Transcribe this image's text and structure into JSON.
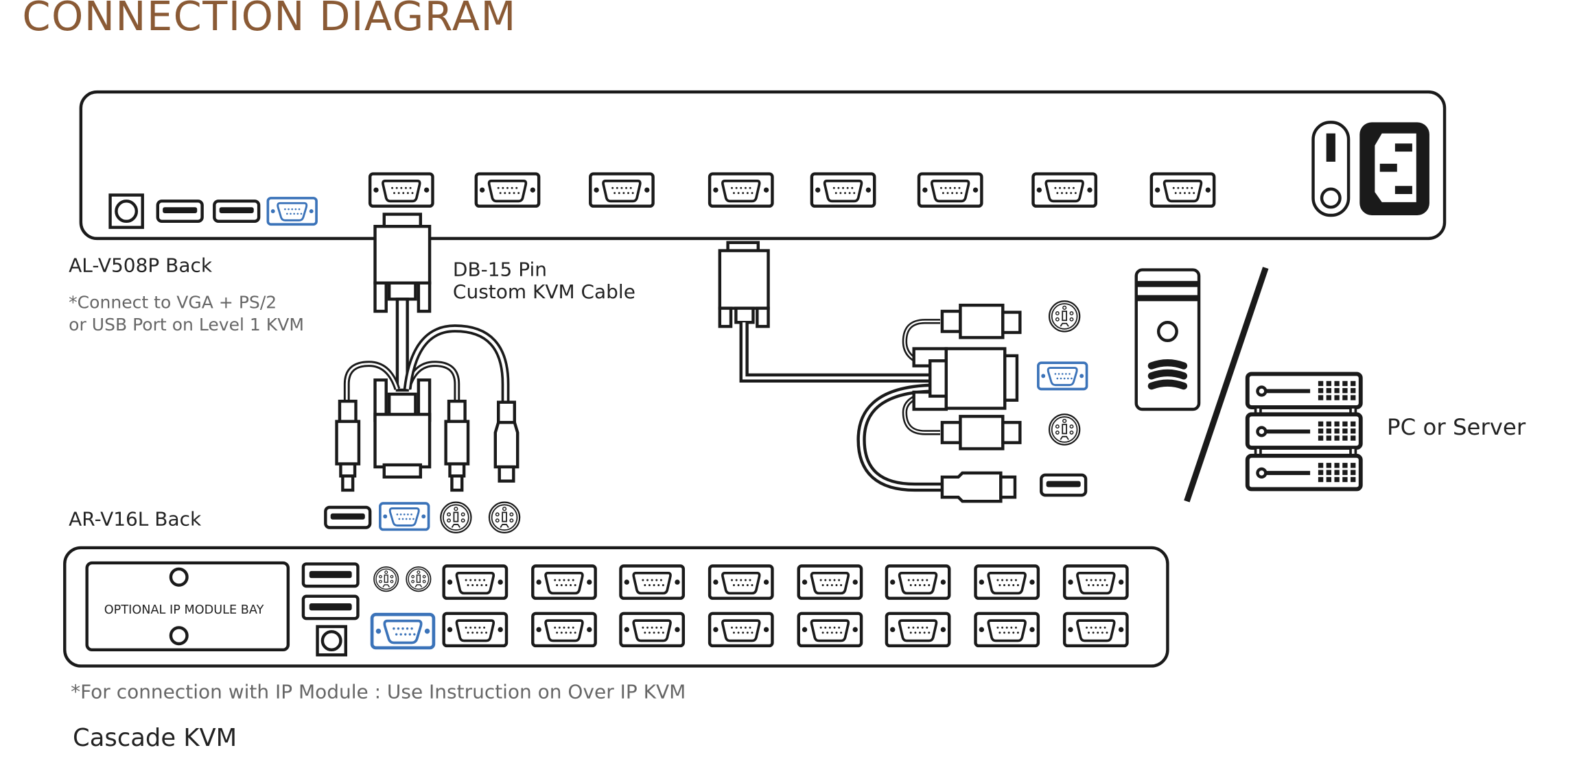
{
  "title": "CONNECTION DIAGRAM",
  "labels": {
    "top_device": "AL-V508P Back",
    "top_note_line1": "*Connect to VGA + PS/2",
    "top_note_line2": "or USB Port on Level 1 KVM",
    "cable_line1": "DB-15 Pin",
    "cable_line2": "Custom KVM Cable",
    "pc_server": "PC or Server",
    "bottom_device": "AR-V16L Back",
    "ip_module_bay": "OPTIONAL IP MODULE BAY",
    "ip_note": "*For connection with IP Module : Use Instruction on Over IP KVM",
    "footer": "Cascade KVM"
  },
  "colors": {
    "title": "#8a5a35",
    "accent_blue": "#3b73b9",
    "line": "#1a1a1a"
  },
  "top_device": {
    "db15_ports": 8,
    "left_ports": [
      "dc-power-jack",
      "usb-port",
      "usb-port",
      "vga-port-highlight"
    ],
    "right_ports": [
      "power-switch",
      "ac-power-inlet"
    ]
  },
  "bottom_device": {
    "db15_ports": 16,
    "rows": 2,
    "ports": [
      "usb-port",
      "usb-port",
      "dc-power-jack",
      "ps2-port",
      "ps2-port",
      "vga-port-highlight"
    ]
  },
  "pc_ports": [
    "ps2-port",
    "vga-port-highlight",
    "ps2-port",
    "usb-port"
  ],
  "console_ports": [
    "usb-port",
    "vga-port-highlight",
    "ps2-port",
    "ps2-port"
  ]
}
